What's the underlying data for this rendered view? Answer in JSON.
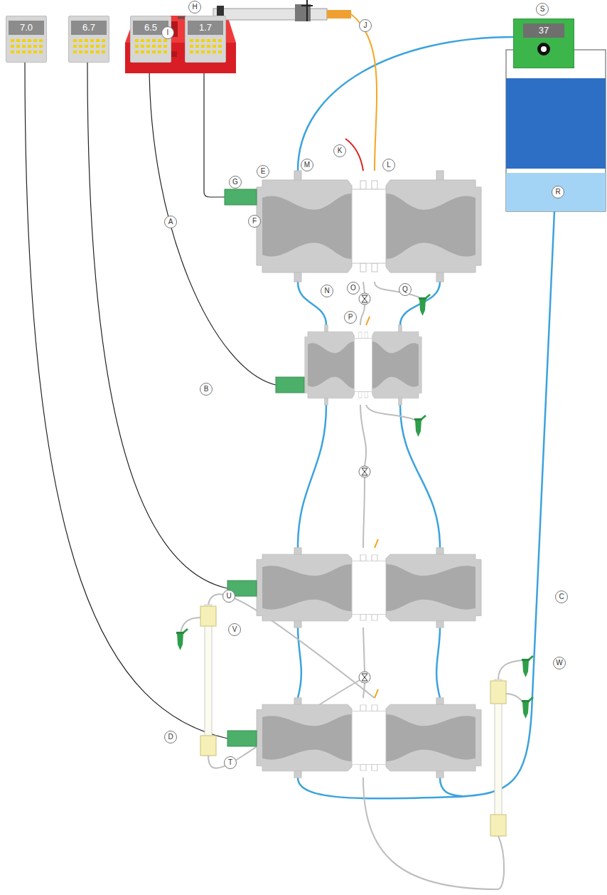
{
  "diagram": {
    "nodes": [
      {
        "text": [
          "7.0"
        ]
      },
      {
        "text": [
          "6.7"
        ]
      },
      {
        "text": [
          "6.5"
        ]
      },
      {
        "text": [
          "1.7"
        ]
      },
      {
        "text": [
          "37"
        ]
      }
    ],
    "labels": [
      "H",
      "J",
      "S",
      "I",
      "K",
      "E",
      "M",
      "L",
      "R",
      "G",
      "A",
      "F",
      "N",
      "O",
      "Q",
      "P",
      "B",
      "U",
      "C",
      "V",
      "W",
      "D",
      "T"
    ]
  }
}
